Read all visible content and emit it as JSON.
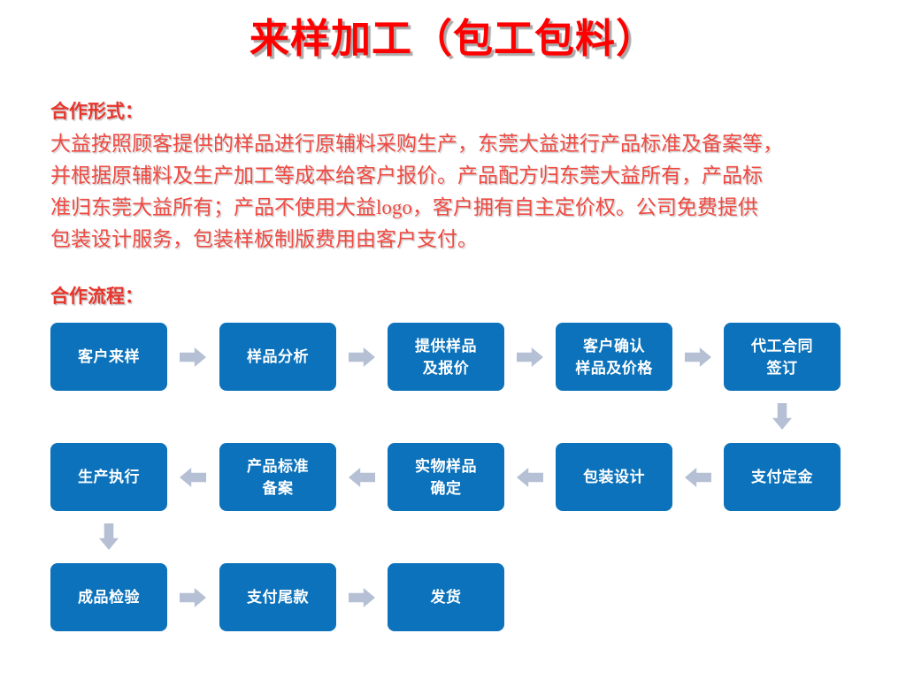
{
  "slide": {
    "title": "来样加工（包工包料）",
    "title_color": "#ff0000",
    "background_color": "#ffffff"
  },
  "sections": {
    "cooperation_form": {
      "heading": "合作形式：",
      "body_lines": [
        "大益按照顾客提供的样品进行原辅料采购生产，东莞大益进行产品标准及备案等，",
        "并根据原辅料及生产加工等成本给客户报价。产品配方归东莞大益所有，产品标",
        "准归东莞大益所有；产品不使用大益logo，客户拥有自主定价权。公司免费提供",
        "包装设计服务，包装样板制版费用由客户支付。"
      ],
      "body_color": "#ef4a42"
    },
    "cooperation_flow": {
      "heading": "合作流程："
    }
  },
  "flowchart": {
    "box_color": "#0b72bb",
    "arrow_color": "#b6c0d4",
    "box_text_color": "#ffffff",
    "rows": [
      {
        "direction": "left-to-right",
        "steps": [
          {
            "label": "客户来样"
          },
          {
            "label": "样品分析"
          },
          {
            "label": "提供样品\n及报价"
          },
          {
            "label": "客户确认\n样品及价格"
          },
          {
            "label": "代工合同\n签订"
          }
        ]
      },
      {
        "direction": "right-to-left",
        "steps": [
          {
            "label": "生产执行"
          },
          {
            "label": "产品标准\n备案"
          },
          {
            "label": "实物样品\n确定"
          },
          {
            "label": "包装设计"
          },
          {
            "label": "支付定金"
          }
        ]
      },
      {
        "direction": "left-to-right",
        "steps": [
          {
            "label": "成品检验"
          },
          {
            "label": "支付尾款"
          },
          {
            "label": "发货"
          }
        ]
      }
    ],
    "connectors": {
      "row1_to_row2": "down-arrow",
      "row2_to_row3": "down-arrow"
    }
  }
}
